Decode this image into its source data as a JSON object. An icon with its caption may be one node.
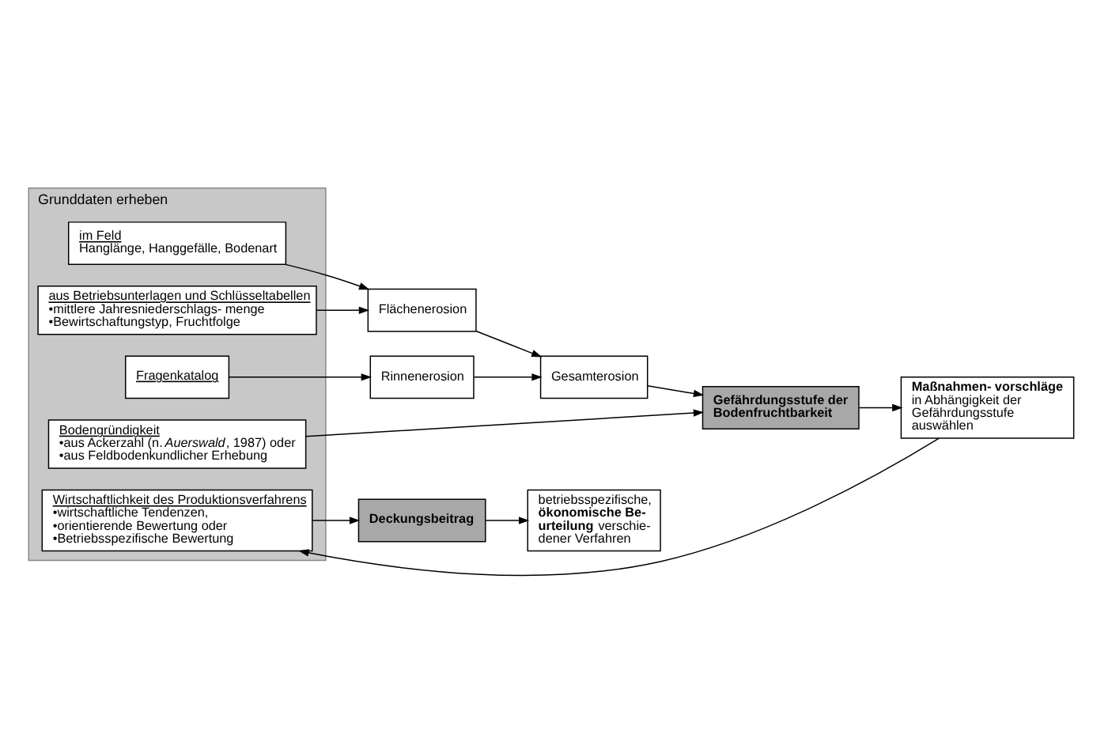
{
  "diagram": {
    "nodes": [
      {
        "text": [
          "Grunddaten erheben"
        ]
      },
      {
        "text": [
          "im Feld",
          "Hanglänge, Hanggefälle, Bodenart"
        ],
        "in": 0
      },
      {
        "text": [
          "aus Betriebsunterlagen und Schlüsseltabellen",
          "•mittlere Jahresniederschlags- menge",
          "•Bewirtschaftungstyp, Fruchtfolge"
        ],
        "in": 0
      },
      {
        "text": [
          "Fragenkatalog"
        ],
        "in": 0
      },
      {
        "text": [
          "Bodengründigkeit",
          "•aus Ackerzahl (n. *Auerswald*, 1987) oder",
          "•aus Feldbodenkundlicher Erhebung"
        ],
        "in": 0
      },
      {
        "text": [
          "Wirtschaftlichkeit des Produktionsverfahrens",
          "•wirtschaftliche Tendenzen,",
          "•orientierende Bewertung oder",
          "•Betriebsspezifische Bewertung"
        ],
        "in": 0
      },
      {
        "text": [
          "Flächenerosion"
        ]
      },
      {
        "text": [
          "Gesamterosion"
        ]
      },
      {
        "text": [
          "Rinnenerosion"
        ]
      },
      {
        "text": [
          "Gefährdungsstufe der Bodenfruchtbarkeit"
        ]
      },
      {
        "text": [
          "**Maßnahmen- vorschläge**",
          "in Abhängigkeit der Gefährdungsstufe auswählen"
        ]
      },
      {
        "text": [
          "Deckungsbeitrag"
        ]
      },
      {
        "text": [
          "betriebsspezifische, **ökonomische Be- urteilung** verschie- dener Verfahren"
        ]
      }
    ],
    "edges": [
      {
        "from": 1,
        "to": 6,
        "arrow": "to"
      },
      {
        "from": 2,
        "to": 6,
        "arrow": "to"
      },
      {
        "from": 3,
        "to": 8,
        "arrow": "to"
      },
      {
        "from": 6,
        "to": 7,
        "arrow": "to"
      },
      {
        "from": 8,
        "to": 7,
        "arrow": "to"
      },
      {
        "from": 7,
        "to": 9,
        "arrow": "to"
      },
      {
        "from": 4,
        "to": 9,
        "arrow": "to"
      },
      {
        "from": 9,
        "to": 10,
        "arrow": "to"
      },
      {
        "from": 10,
        "to": 5,
        "arrow": "to"
      },
      {
        "from": 5,
        "to": 11,
        "arrow": "to"
      },
      {
        "from": 11,
        "to": 12,
        "arrow": "to"
      }
    ]
  }
}
